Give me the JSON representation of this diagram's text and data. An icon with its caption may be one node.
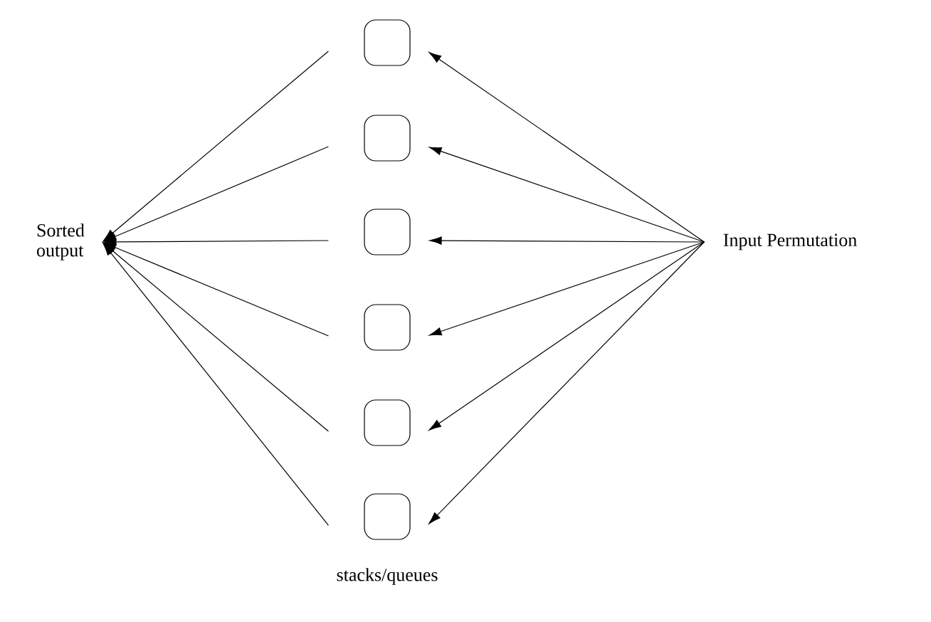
{
  "diagram": {
    "nodes": [
      {
        "text": [
          "Sorted output"
        ]
      },
      {
        "text": [],
        "shape": "box"
      },
      {
        "text": [],
        "shape": "box"
      },
      {
        "text": [],
        "shape": "box"
      },
      {
        "text": [],
        "shape": "box"
      },
      {
        "text": [],
        "shape": "box"
      },
      {
        "text": [],
        "shape": "box"
      },
      {
        "text": [
          "Input Permutation"
        ]
      }
    ],
    "edges": [
      {
        "from": 7,
        "to": 1,
        "arrow": "to"
      },
      {
        "from": 7,
        "to": 2,
        "arrow": "to"
      },
      {
        "from": 7,
        "to": 3,
        "arrow": "to"
      },
      {
        "from": 7,
        "to": 4,
        "arrow": "to"
      },
      {
        "from": 7,
        "to": 5,
        "arrow": "to"
      },
      {
        "from": 7,
        "to": 6,
        "arrow": "to"
      },
      {
        "from": 1,
        "to": 0,
        "arrow": "to"
      },
      {
        "from": 2,
        "to": 0,
        "arrow": "to"
      },
      {
        "from": 3,
        "to": 0,
        "arrow": "to"
      },
      {
        "from": 4,
        "to": 0,
        "arrow": "to"
      },
      {
        "from": 5,
        "to": 0,
        "arrow": "to"
      },
      {
        "from": 6,
        "to": 0,
        "arrow": "to"
      }
    ],
    "labels": [
      "stacks/queues"
    ]
  }
}
